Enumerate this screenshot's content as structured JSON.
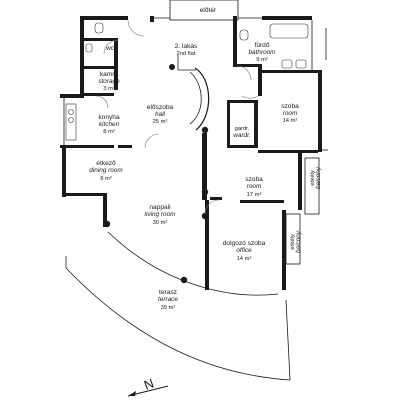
{
  "rooms": {
    "eloter": {
      "hu": "előtér"
    },
    "lakas": {
      "hu": "2. lakás",
      "en": "2nd flat"
    },
    "wc": {
      "hu": "wc"
    },
    "furdo": {
      "hu": "fürdő",
      "en": "bathroom",
      "area": "9 m²"
    },
    "kamra": {
      "hu": "kamra",
      "en": "storage",
      "area": "3 m²"
    },
    "eloszoba": {
      "hu": "előszoba",
      "en": "hall",
      "area": "25 m²"
    },
    "szoba1": {
      "hu": "szoba",
      "en": "room",
      "area": "14 m²"
    },
    "konyha": {
      "hu": "konyha",
      "en": "kitchen",
      "area": "8 m²"
    },
    "gardr": {
      "hu": "gardr.",
      "en": "wardr."
    },
    "etkezo": {
      "hu": "étkező",
      "en": "dining room",
      "area": "8 m²"
    },
    "erkely1": {
      "hu": "erkély",
      "en": "balcony"
    },
    "szoba2": {
      "hu": "szoba",
      "en": "room",
      "area": "17 m²"
    },
    "nappali": {
      "hu": "nappali",
      "en": "living room",
      "area": "30 m²"
    },
    "dolgozo": {
      "hu": "dolgozó szoba",
      "en": "office",
      "area": "14 m²"
    },
    "erkely2": {
      "hu": "erkély",
      "en": "balcony"
    },
    "terasz": {
      "hu": "terasz",
      "en": "terrace",
      "area": "39 m²"
    }
  },
  "north_label": "N"
}
